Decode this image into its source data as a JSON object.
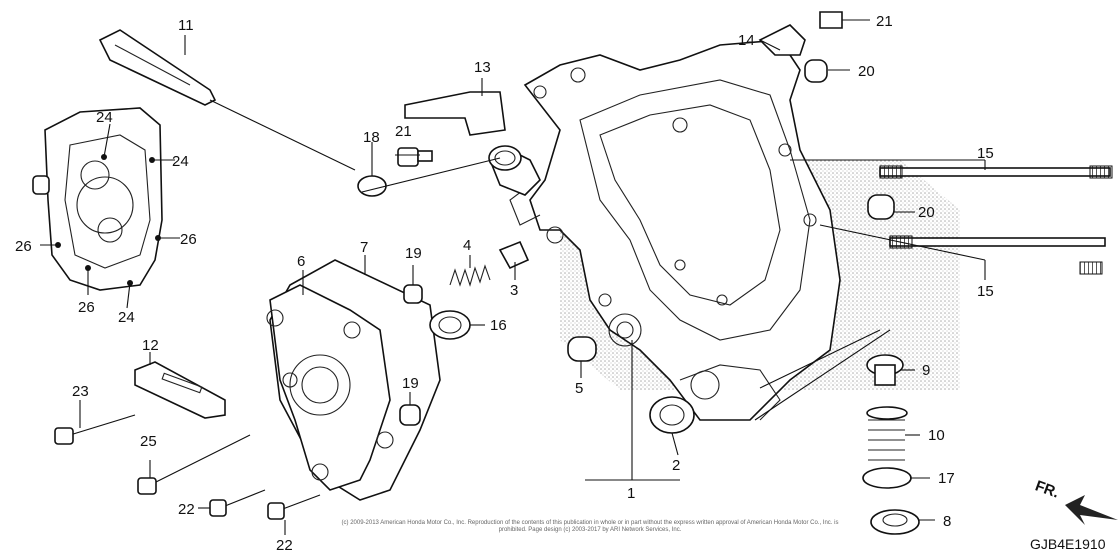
{
  "diagram": {
    "callouts": [
      {
        "id": "c1",
        "label": "1"
      },
      {
        "id": "c2",
        "label": "2"
      },
      {
        "id": "c3",
        "label": "3"
      },
      {
        "id": "c4",
        "label": "4"
      },
      {
        "id": "c5",
        "label": "5"
      },
      {
        "id": "c6",
        "label": "6"
      },
      {
        "id": "c7",
        "label": "7"
      },
      {
        "id": "c8",
        "label": "8"
      },
      {
        "id": "c9",
        "label": "9"
      },
      {
        "id": "c10",
        "label": "10"
      },
      {
        "id": "c11",
        "label": "11"
      },
      {
        "id": "c12",
        "label": "12"
      },
      {
        "id": "c13",
        "label": "13"
      },
      {
        "id": "c14",
        "label": "14"
      },
      {
        "id": "c15a",
        "label": "15"
      },
      {
        "id": "c15b",
        "label": "15"
      },
      {
        "id": "c16",
        "label": "16"
      },
      {
        "id": "c17",
        "label": "17"
      },
      {
        "id": "c18",
        "label": "18"
      },
      {
        "id": "c19a",
        "label": "19"
      },
      {
        "id": "c19b",
        "label": "19"
      },
      {
        "id": "c20a",
        "label": "20"
      },
      {
        "id": "c20b",
        "label": "20"
      },
      {
        "id": "c21a",
        "label": "21"
      },
      {
        "id": "c21b",
        "label": "21"
      },
      {
        "id": "c22a",
        "label": "22"
      },
      {
        "id": "c22b",
        "label": "22"
      },
      {
        "id": "c23",
        "label": "23"
      },
      {
        "id": "c24a",
        "label": "24"
      },
      {
        "id": "c24b",
        "label": "24"
      },
      {
        "id": "c24c",
        "label": "24"
      },
      {
        "id": "c25",
        "label": "25"
      },
      {
        "id": "c26a",
        "label": "26"
      },
      {
        "id": "c26b",
        "label": "26"
      },
      {
        "id": "c26c",
        "label": "26"
      }
    ],
    "front_indicator": "FR.",
    "diagram_code": "GJB4E1910",
    "copyright": "(c) 2009-2013 American Honda Motor Co., Inc. Reproduction of the contents of this publication in whole or in part without the express written approval of American Honda Motor Co., Inc. is prohibited. Page design (c) 2003-2017 by ARI Network Services, Inc."
  }
}
